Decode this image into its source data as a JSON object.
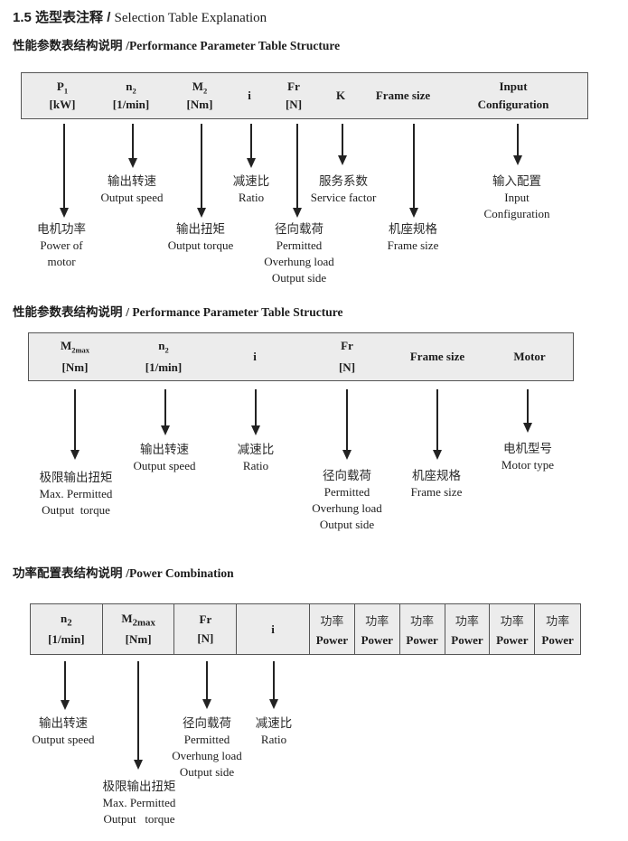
{
  "page": {
    "title": {
      "zh": "1.5 选型表注释 / ",
      "en": "Selection Table Explanation"
    }
  },
  "s1": {
    "heading": {
      "zh": "性能参数表结构说明 ",
      "en": "/Performance Parameter Table Structure"
    },
    "table": {
      "columns": [
        {
          "sym": "P",
          "sub": "1",
          "unit": "[kW]"
        },
        {
          "sym": "n",
          "sub": "2",
          "unit": "[1/min]"
        },
        {
          "sym": "M",
          "sub": "2",
          "unit": "[Nm]"
        },
        {
          "sym": "i"
        },
        {
          "sym": "Fr",
          "unit": "[N]"
        },
        {
          "sym": "K"
        },
        {
          "sym": "Frame size"
        },
        {
          "sym": "Input",
          "unit": "Configuration"
        }
      ]
    },
    "callouts": [
      {
        "lines": [
          "电机功率",
          "Power of",
          "motor"
        ]
      },
      {
        "lines": [
          "输出转速",
          "Output speed"
        ]
      },
      {
        "lines": [
          "输出扭矩",
          "Output torque"
        ]
      },
      {
        "lines": [
          "减速比",
          "Ratio"
        ]
      },
      {
        "lines": [
          "径向载荷",
          "Permitted",
          "Overhung load",
          "Output side"
        ]
      },
      {
        "lines": [
          "服务系数",
          "Service factor"
        ]
      },
      {
        "lines": [
          "机座规格",
          "Frame size"
        ]
      },
      {
        "lines": [
          "输入配置",
          "Input",
          "Configuration"
        ]
      }
    ]
  },
  "s2": {
    "heading": {
      "zh": "性能参数表结构说明 ",
      "en": "/ Performance Parameter Table Structure"
    },
    "table": {
      "columns": [
        {
          "sym": "M",
          "sub": "2max",
          "unit": "[Nm]"
        },
        {
          "sym": "n",
          "sub": "2",
          "unit": "[1/min]"
        },
        {
          "sym": "i"
        },
        {
          "sym": "Fr",
          "unit": "[N]"
        },
        {
          "sym": "Frame size"
        },
        {
          "sym": "Motor"
        }
      ]
    },
    "callouts": [
      {
        "lines": [
          "极限输出扭矩",
          "Max. Permitted",
          "Output  torque"
        ]
      },
      {
        "lines": [
          "输出转速",
          "Output speed"
        ]
      },
      {
        "lines": [
          "减速比",
          "Ratio"
        ]
      },
      {
        "lines": [
          "径向载荷",
          "Permitted",
          "Overhung load",
          "Output side"
        ]
      },
      {
        "lines": [
          "机座规格",
          "Frame size"
        ]
      },
      {
        "lines": [
          "电机型号",
          "Motor type"
        ]
      }
    ]
  },
  "s3": {
    "heading": {
      "zh": "功率配置表结构说明 ",
      "en": "/Power Combination"
    },
    "table": {
      "columns": [
        {
          "sym": "n",
          "sub": "2",
          "unit": "[1/min]"
        },
        {
          "sym": "M",
          "sub": "2max",
          "unit": "[Nm]"
        },
        {
          "sym": "Fr",
          "unit": "[N]"
        },
        {
          "sym": "i"
        },
        {
          "zh": "功率",
          "en": "Power"
        },
        {
          "zh": "功率",
          "en": "Power"
        },
        {
          "zh": "功率",
          "en": "Power"
        },
        {
          "zh": "功率",
          "en": "Power"
        },
        {
          "zh": "功率",
          "en": "Power"
        },
        {
          "zh": "功率",
          "en": "Power"
        }
      ]
    },
    "callouts": [
      {
        "lines": [
          "输出转速",
          "Output speed"
        ]
      },
      {
        "lines": [
          "极限输出扭矩",
          "Max. Permitted",
          "Output   torque"
        ]
      },
      {
        "lines": [
          "径向载荷",
          "Permitted",
          "Overhung load",
          "Output side"
        ]
      },
      {
        "lines": [
          "减速比",
          "Ratio"
        ]
      }
    ]
  }
}
